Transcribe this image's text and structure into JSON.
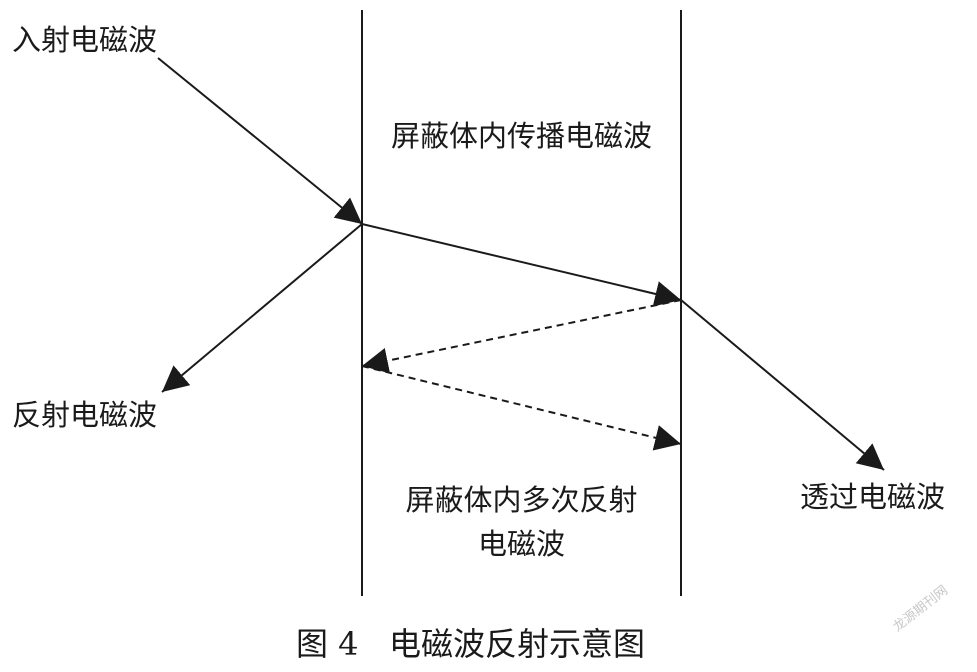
{
  "labels": {
    "incident": "入射电磁波",
    "reflected": "反射电磁波",
    "inside_propagation": "屏蔽体内传播电磁波",
    "multi_reflection_line1": "屏蔽体内多次反射",
    "multi_reflection_line2": "电磁波",
    "transmitted": "透过电磁波"
  },
  "caption": "图 4   电磁波反射示意图",
  "watermark": "龙源期刊网",
  "colors": {
    "line": "#1a1a1a",
    "background": "#ffffff"
  }
}
